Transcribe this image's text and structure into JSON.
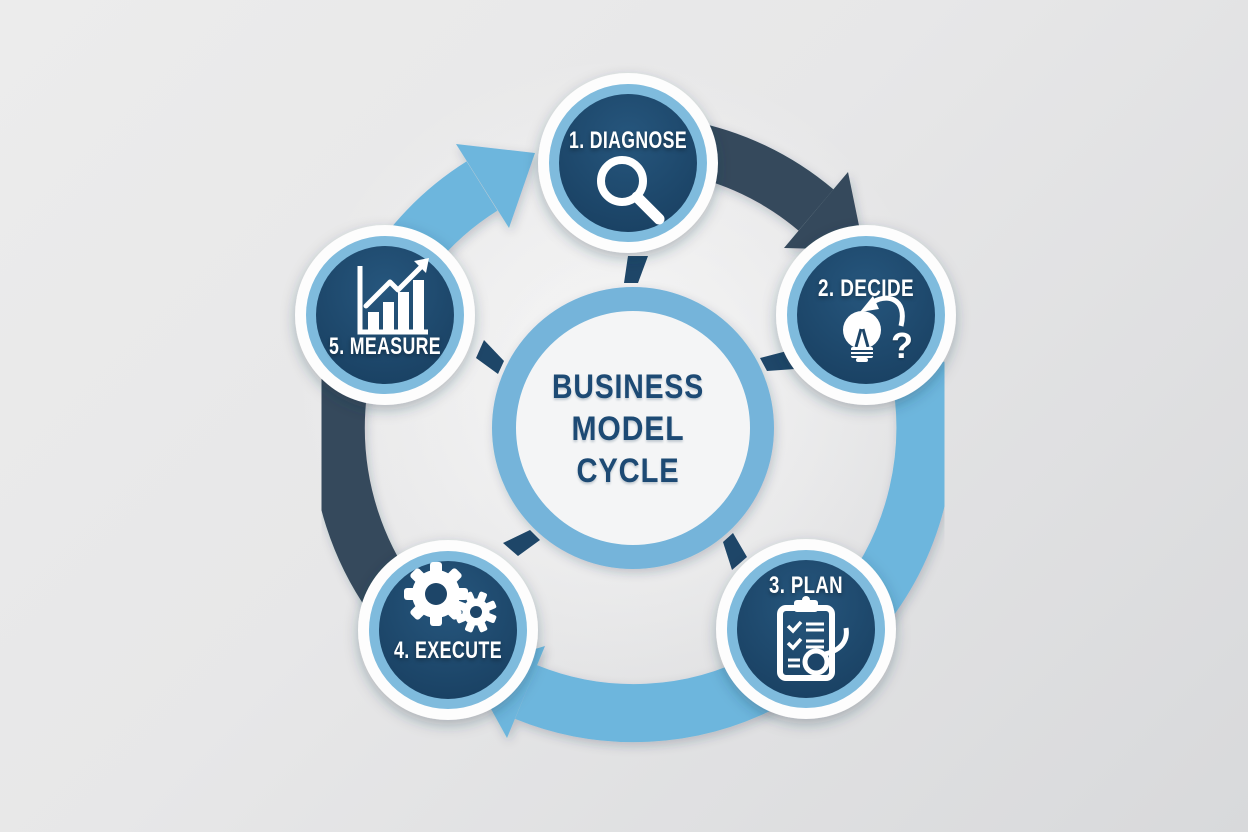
{
  "diagram": {
    "center_title": {
      "line1": "BUSINESS",
      "line2": "MODEL",
      "line3": "CYCLE"
    },
    "steps": [
      {
        "label": "1. DIAGNOSE",
        "icon": "magnifier-icon"
      },
      {
        "label": "2. DECIDE",
        "icon": "lightbulb-question-icon",
        "icon_text": "?"
      },
      {
        "label": "3. PLAN",
        "icon": "clipboard-checklist-icon"
      },
      {
        "label": "4. EXECUTE",
        "icon": "gears-icon"
      },
      {
        "label": "5. MEASURE",
        "icon": "growth-chart-icon"
      }
    ],
    "colors": {
      "node_fill": "#1d4568",
      "node_ring_blue": "#7fbbdd",
      "arrow_blue": "#6db6dd",
      "arrow_dark": "#344a5c",
      "inner_ring_blue": "#74b4da",
      "center_text": "#1d4a74",
      "icon_white": "#ffffff"
    },
    "flow": "clockwise"
  }
}
